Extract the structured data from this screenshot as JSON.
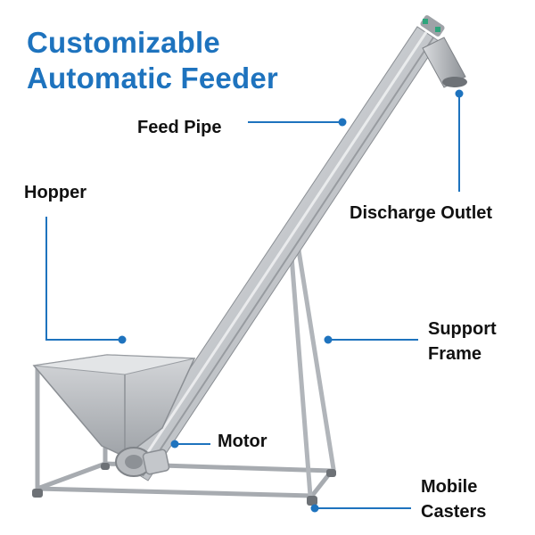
{
  "title": {
    "line1": "Customizable",
    "line2": "Automatic Feeder"
  },
  "labels": {
    "feed_pipe": "Feed Pipe",
    "hopper": "Hopper",
    "discharge_outlet": "Discharge Outlet",
    "support_frame_1": "Support",
    "support_frame_2": "Frame",
    "motor": "Motor",
    "mobile_casters_1": "Mobile",
    "mobile_casters_2": "Casters"
  },
  "colors": {
    "title": "#1e73be",
    "callout": "#1e73be",
    "label": "#111111",
    "metal": "#b9bcc0"
  }
}
